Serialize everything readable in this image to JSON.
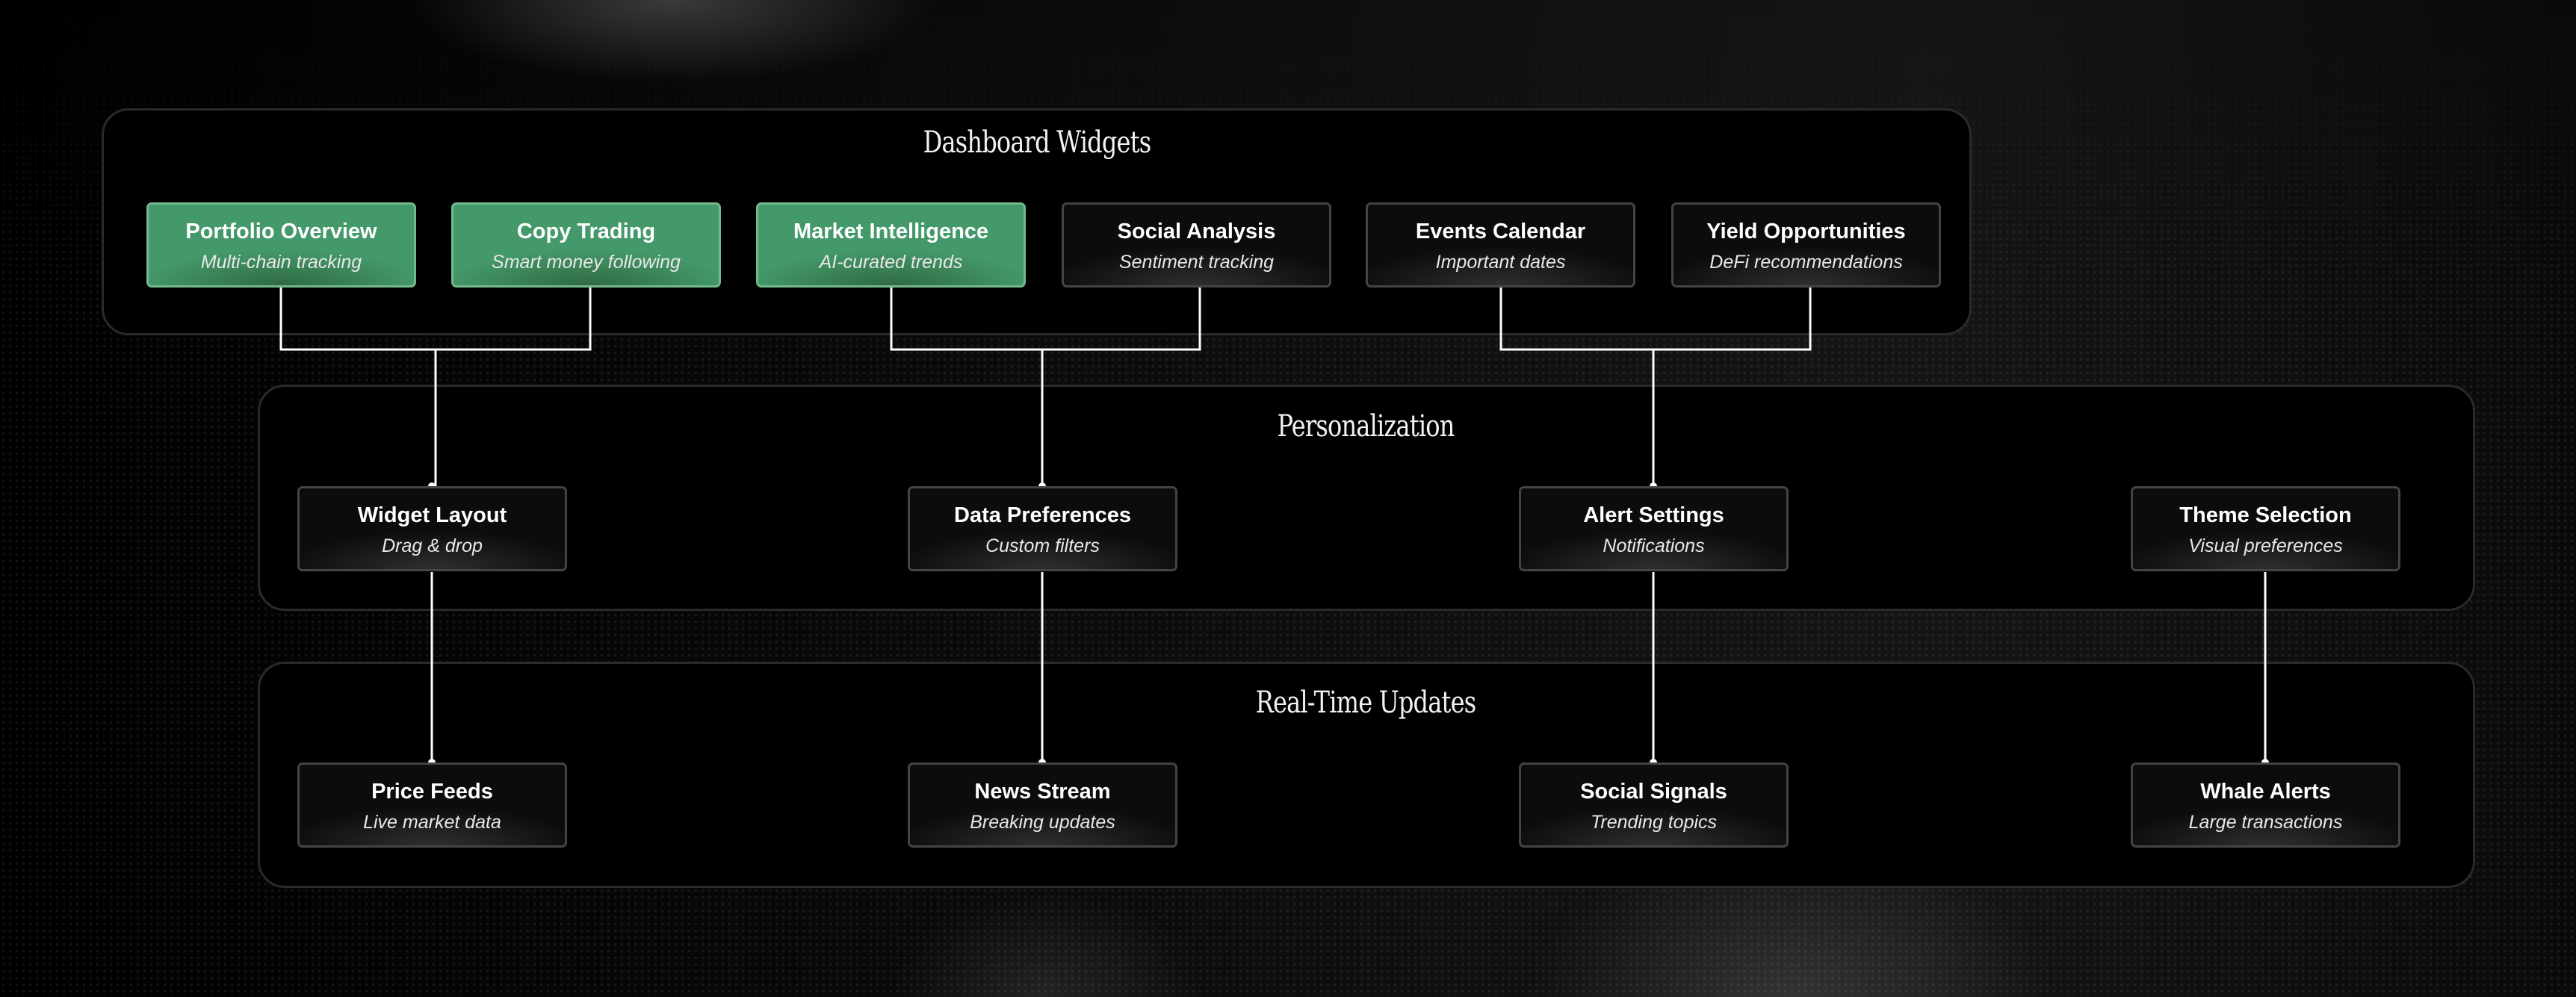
{
  "sections": [
    {
      "title": "Dashboard Widgets"
    },
    {
      "title": "Personalization"
    },
    {
      "title": "Real-Time Updates"
    }
  ],
  "widgets": [
    {
      "title": "Portfolio Overview",
      "subtitle": "Multi-chain tracking",
      "highlighted": true
    },
    {
      "title": "Copy Trading",
      "subtitle": "Smart money following",
      "highlighted": true
    },
    {
      "title": "Market Intelligence",
      "subtitle": "AI-curated trends",
      "highlighted": true
    },
    {
      "title": "Social Analysis",
      "subtitle": "Sentiment tracking",
      "highlighted": false
    },
    {
      "title": "Events Calendar",
      "subtitle": "Important dates",
      "highlighted": false
    },
    {
      "title": "Yield Opportunities",
      "subtitle": "DeFi recommendations",
      "highlighted": false
    }
  ],
  "personalization": [
    {
      "title": "Widget Layout",
      "subtitle": "Drag & drop"
    },
    {
      "title": "Data Preferences",
      "subtitle": "Custom filters"
    },
    {
      "title": "Alert Settings",
      "subtitle": "Notifications"
    },
    {
      "title": "Theme Selection",
      "subtitle": "Visual preferences"
    }
  ],
  "realtime": [
    {
      "title": "Price Feeds",
      "subtitle": "Live market data"
    },
    {
      "title": "News Stream",
      "subtitle": "Breaking updates"
    },
    {
      "title": "Social Signals",
      "subtitle": "Trending topics"
    },
    {
      "title": "Whale Alerts",
      "subtitle": "Large transactions"
    }
  ],
  "colors": {
    "highlight": "#44996a",
    "highlight_border": "#74b98e",
    "node_border": "#444444"
  }
}
